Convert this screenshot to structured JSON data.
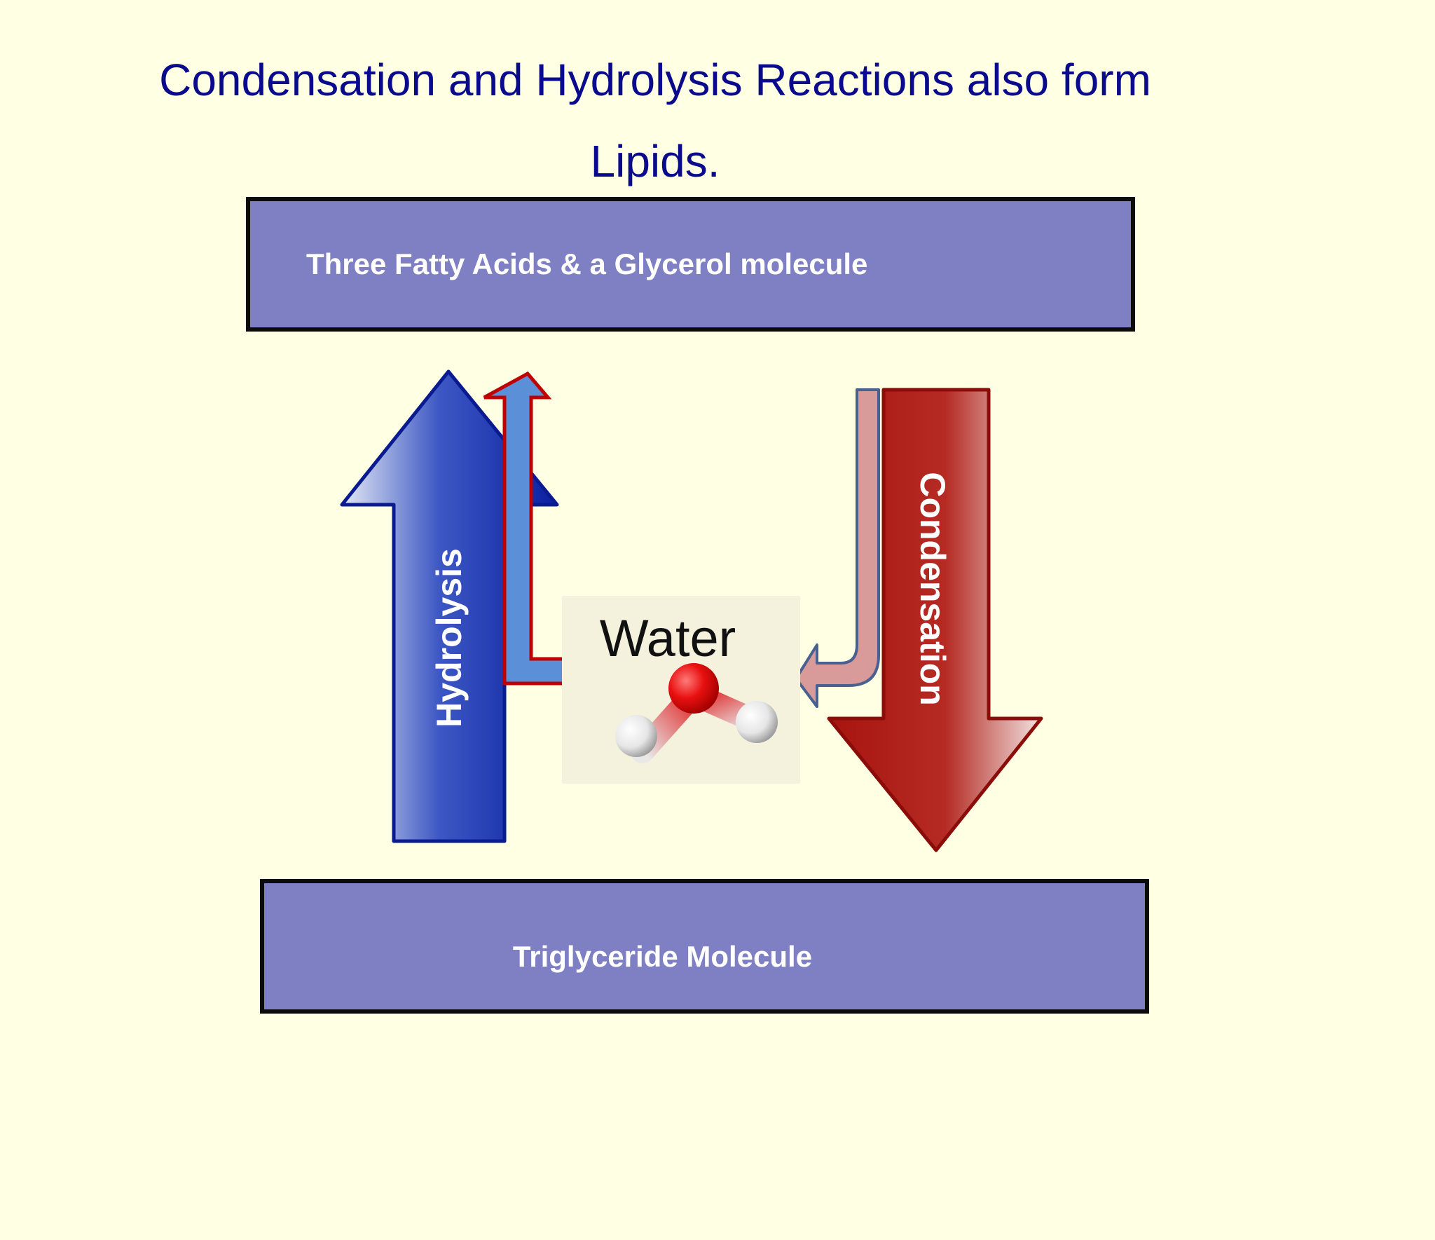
{
  "title": {
    "line1": "Condensation and Hydrolysis Reactions  also form",
    "line2": "Lipids."
  },
  "boxes": {
    "top": "Three Fatty Acids & a Glycerol molecule",
    "bottom": "Triglyceride Molecule"
  },
  "arrows": {
    "left_label": "Hydrolysis",
    "right_label": "Condensation"
  },
  "water": {
    "label": "Water"
  },
  "colors": {
    "background": "#FFFFE3",
    "title": "#0A0A8C",
    "box_fill": "#7F7FC3",
    "hydrolysis_arrow": "#0B22A8",
    "condensation_arrow": "#B01A16",
    "small_up_arrow": "#5B8FD8",
    "small_left_arrow": "#D99A9A"
  }
}
